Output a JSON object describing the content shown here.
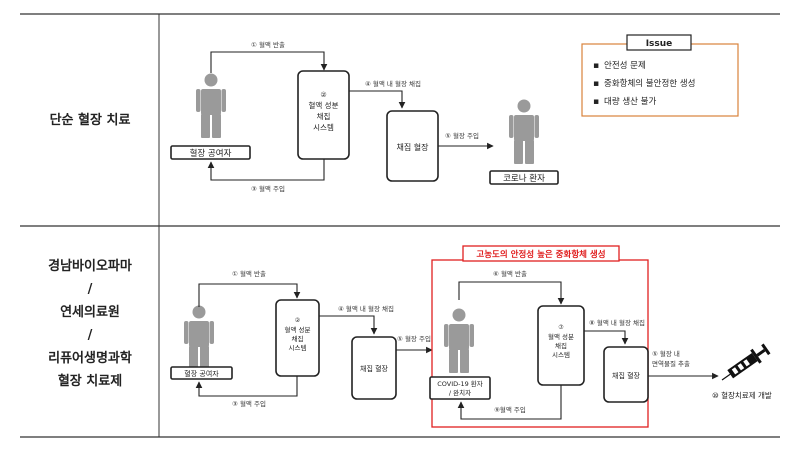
{
  "rows": {
    "top_label": "단순 혈장 치료",
    "bottom_label_lines": [
      "경남바이오파마",
      "/",
      "연세의료원",
      "/",
      "리퓨어생명과학",
      "혈장 치료제"
    ]
  },
  "top": {
    "step1": "① 혈액 반출",
    "step2_lines": [
      "②",
      "혈액 성분",
      "채집",
      "시스템"
    ],
    "step3": "③ 혈액 주입",
    "step4": "④ 혈액 내 혈장 채집",
    "step5": "⑤ 혈장 주입",
    "collected": "채집 혈장",
    "donor": "혈장 공여자",
    "patient": "코로나 환자"
  },
  "issue": {
    "title": "Issue",
    "items": [
      "안전성 문제",
      "중화항체의 불안정한 생성",
      "대량 생산 불가"
    ]
  },
  "bottom": {
    "step1": "① 혈액 반출",
    "step2_lines": [
      "②",
      "혈액 성분",
      "채집",
      "시스템"
    ],
    "step3": "③ 혈액 주입",
    "step4": "④ 혈액 내 혈장 채집",
    "step5": "⑤ 혈장 주입",
    "collected": "채집 혈장",
    "donor": "혈장 공여자",
    "highlight_title": "고농도의 안정성 높은 중화항체 생성",
    "step6": "⑥ 혈액 반출",
    "step7_lines": [
      "⑦",
      "혈액 성분",
      "채집",
      "시스템"
    ],
    "step8": "⑧ 혈액 내 혈장 채집",
    "step9": "⑨혈액 주입",
    "patient_lines": [
      "COVID-19 환자",
      "/ 완치자"
    ],
    "collected2": "채집 혈장",
    "step10_lines": [
      "⑤ 혈장 내",
      "면역물질 추출"
    ],
    "result": "⑩ 혈장치료제 개발"
  },
  "colors": {
    "highlight": "#e02020",
    "issue_border": "#d9823b",
    "person": "#9a9a9a"
  }
}
